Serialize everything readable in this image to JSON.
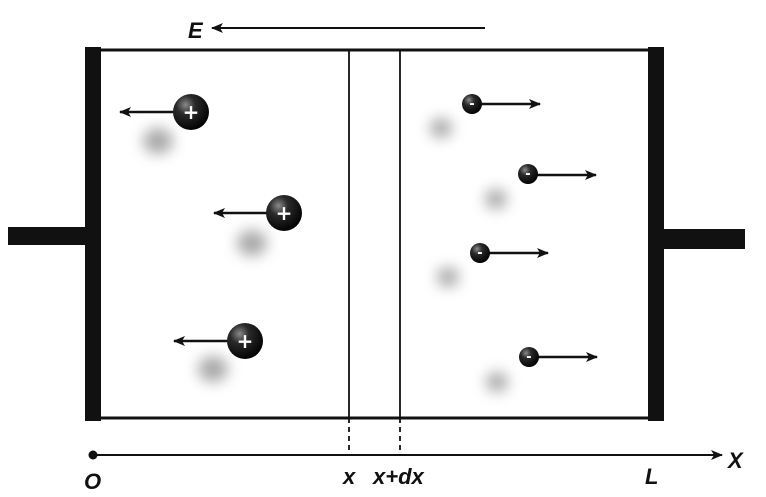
{
  "labels": {
    "field": "E",
    "origin": "O",
    "x": "x",
    "x_dx": "x+dx",
    "length": "L",
    "axis": "X"
  },
  "charges": {
    "positive_sign": "+",
    "negative_sign": "-"
  },
  "colors": {
    "ink": "#111111",
    "background": "#ffffff",
    "glow": "#9a9a9a"
  }
}
